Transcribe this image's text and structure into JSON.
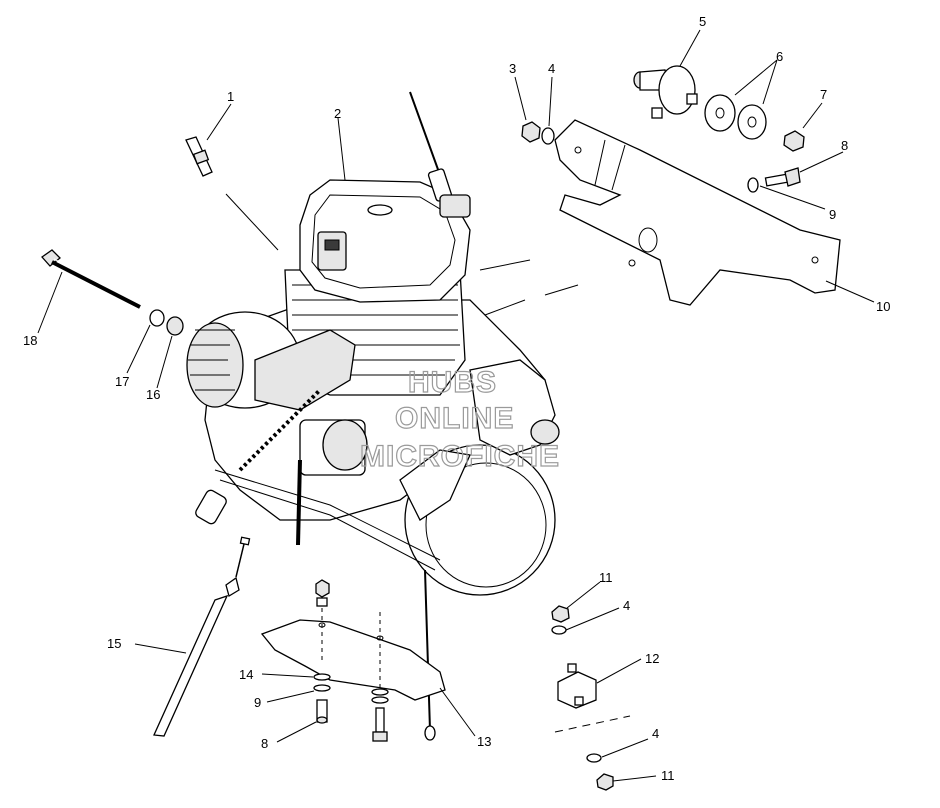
{
  "watermark": [
    "HUBS",
    "ONLINE",
    "MICROFICHE"
  ],
  "callouts": [
    "1",
    "2",
    "3",
    "4",
    "5",
    "6",
    "7",
    "8",
    "9",
    "10",
    "18",
    "17",
    "16",
    "11",
    "4",
    "15",
    "12",
    "14",
    "9",
    "8",
    "13",
    "4",
    "11"
  ]
}
